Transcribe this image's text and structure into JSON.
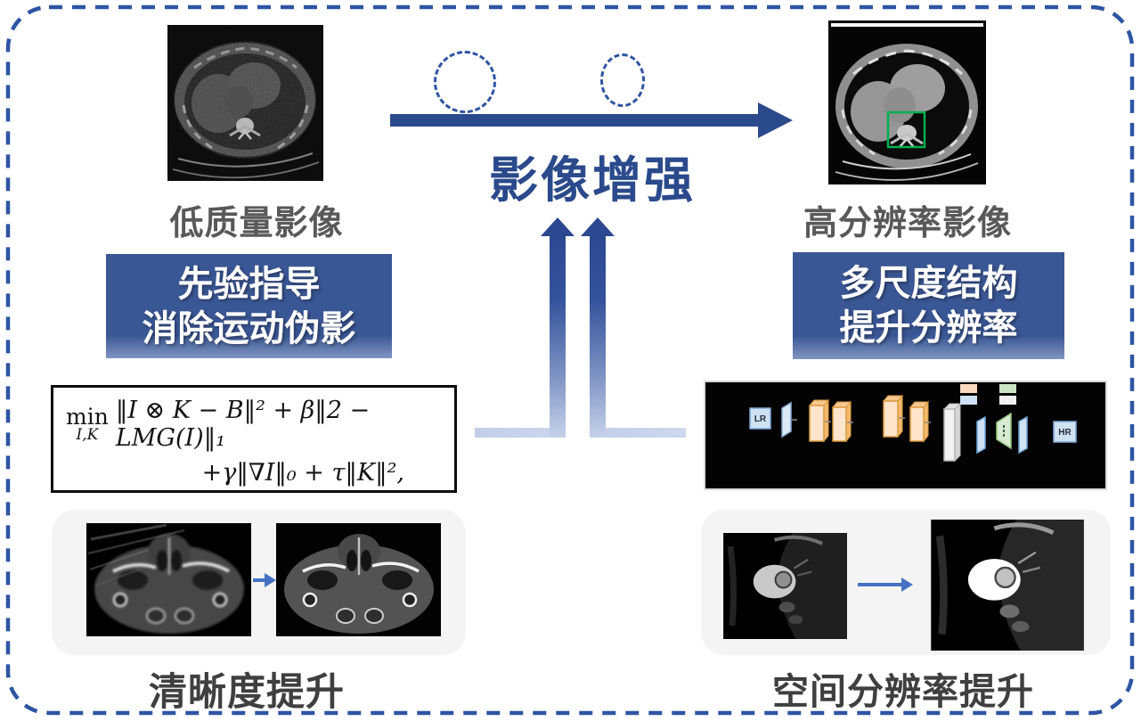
{
  "top_flow": {
    "low_quality_caption": "低质量影像",
    "high_quality_caption": "高分辨率影像",
    "enhance_title": "影像增强"
  },
  "left_branch": {
    "highlight_box": {
      "line1": "先验指导",
      "line2": "消除运动伪影"
    },
    "formula": {
      "operator": "min",
      "operator_sub": "I,K",
      "line1": "‖I ⊗ K − B‖² + β‖2 − LMG(I)‖₁",
      "line2": "+γ‖∇I‖₀ + τ‖K‖²,"
    },
    "result_caption": "清晰度提升"
  },
  "right_branch": {
    "highlight_box": {
      "line1": "多尺度结构",
      "line2": "提升分辨率"
    },
    "network": {
      "input_label": "LR",
      "output_label": "HR",
      "legend": [
        "#f8d9bd",
        "#cde3c5",
        "#cfe2f3",
        "#f0f0f0"
      ]
    },
    "result_caption": "空间分辨率提升"
  },
  "colors": {
    "accent_blue": "#2b4a8c",
    "box_blue": "#3a5795",
    "dashed_border_blue": "#2d55a3",
    "bright_arrow_blue": "#4472c4",
    "roi_green": "#00b050",
    "caption_gray": "#595959",
    "result_caption_gray": "#3f3f3f",
    "panel_gray": "#f4f4f4"
  }
}
